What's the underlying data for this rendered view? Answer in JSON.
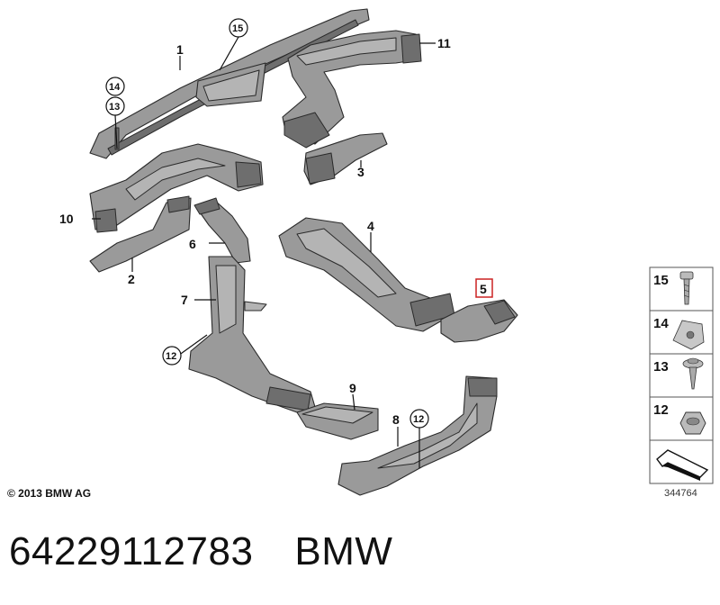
{
  "callouts": {
    "c1": "1",
    "c2": "2",
    "c3": "3",
    "c4": "4",
    "c5": "5",
    "c6": "6",
    "c7": "7",
    "c8": "8",
    "c9": "9",
    "c10": "10",
    "c11": "11",
    "c12a": "12",
    "c12b": "12",
    "c13": "13",
    "c14": "14",
    "c15": "15"
  },
  "legend": {
    "items": [
      {
        "number": "15",
        "icon": "screw-icon"
      },
      {
        "number": "14",
        "icon": "clip-nut-icon"
      },
      {
        "number": "13",
        "icon": "washer-screw-icon"
      },
      {
        "number": "12",
        "icon": "hex-nut-icon"
      }
    ],
    "direction_icon": "front-direction-arrow-icon"
  },
  "copyright": "© 2013 BMW AG",
  "diagram_number": "344764",
  "part_number": "64229112783",
  "brand": "BMW",
  "colors": {
    "highlight": "#cc2222",
    "part_fill": "#9a9a9a"
  }
}
